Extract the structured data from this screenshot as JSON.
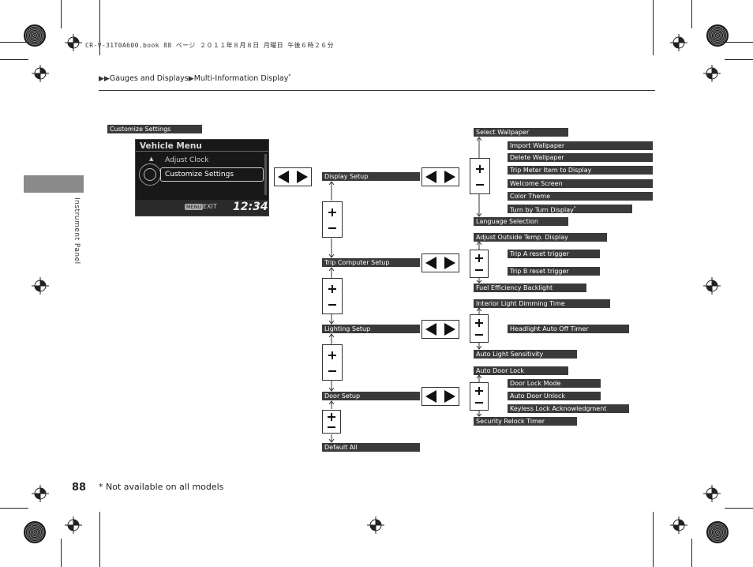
{
  "print_header": "CR-V-31T0A600.book  88 ページ  ２０１１年８月８日  月曜日  午後６時２６分",
  "breadcrumb": {
    "arrows": "▶▶",
    "section": "Gauges and Displays",
    "separator": "▶",
    "page": "Multi-Information Display",
    "asterisk": "*"
  },
  "side_tab": {
    "label": "Instrument Panel"
  },
  "screen": {
    "title": "Vehicle Menu",
    "item_above": "Adjust Clock",
    "item_selected": "Customize Settings",
    "menu_button": "MENU",
    "exit_label": "EXIT",
    "time": "12:34"
  },
  "root_label": "Customize Settings",
  "menus": [
    {
      "name": "Display Setup",
      "items": [
        "Select Wallpaper",
        "Import Wallpaper",
        "Delete Wallpaper",
        "Trip Meter Item to Display",
        "Welcome Screen",
        "Color Theme",
        "Turn by Turn Display",
        "Language Selection"
      ]
    },
    {
      "name": "Trip Computer Setup",
      "items": [
        "Adjust Outside Temp. Display",
        "Trip A reset trigger",
        "Trip B reset trigger",
        "Fuel Efficiency Backlight"
      ]
    },
    {
      "name": "Lighting Setup",
      "items": [
        "Interior Light Dimming Time",
        "Headlight Auto Off Timer",
        "Auto Light Sensitivity"
      ]
    },
    {
      "name": "Door Setup",
      "items": [
        "Auto Door Lock",
        "Door Lock Mode",
        "Auto Door Unlock",
        "Keyless Lock Acknowledgment",
        "Security Relock Timer"
      ]
    },
    {
      "name": "Default All",
      "items": []
    }
  ],
  "footnote_mark": "*",
  "footnote": "* Not available on all models",
  "page_number": "88",
  "icons": [
    "left-arrow-icon",
    "right-arrow-icon",
    "plus-icon",
    "minus-icon",
    "registration-mark-icon"
  ]
}
